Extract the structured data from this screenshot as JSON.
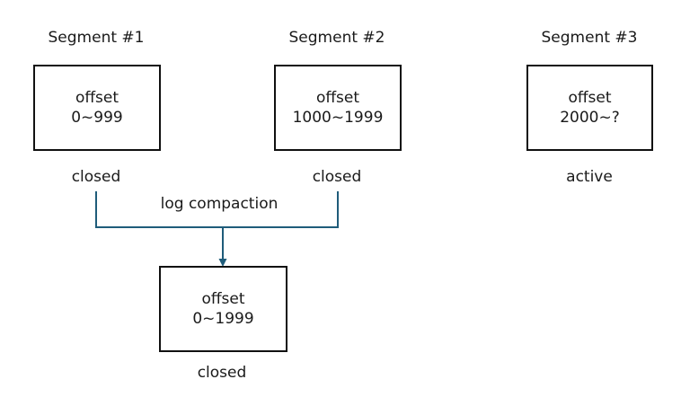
{
  "segments": [
    {
      "title": "Segment #1",
      "line1": "offset",
      "line2": "0~999",
      "status": "closed"
    },
    {
      "title": "Segment #2",
      "line1": "offset",
      "line2": "1000~1999",
      "status": "closed"
    },
    {
      "title": "Segment #3",
      "line1": "offset",
      "line2": "2000~?",
      "status": "active"
    }
  ],
  "compaction": {
    "label": "log compaction",
    "result": {
      "line1": "offset",
      "line2": "0~1999",
      "status": "closed"
    }
  },
  "colors": {
    "connector": "#1f5c7a",
    "box_border": "#111111"
  }
}
